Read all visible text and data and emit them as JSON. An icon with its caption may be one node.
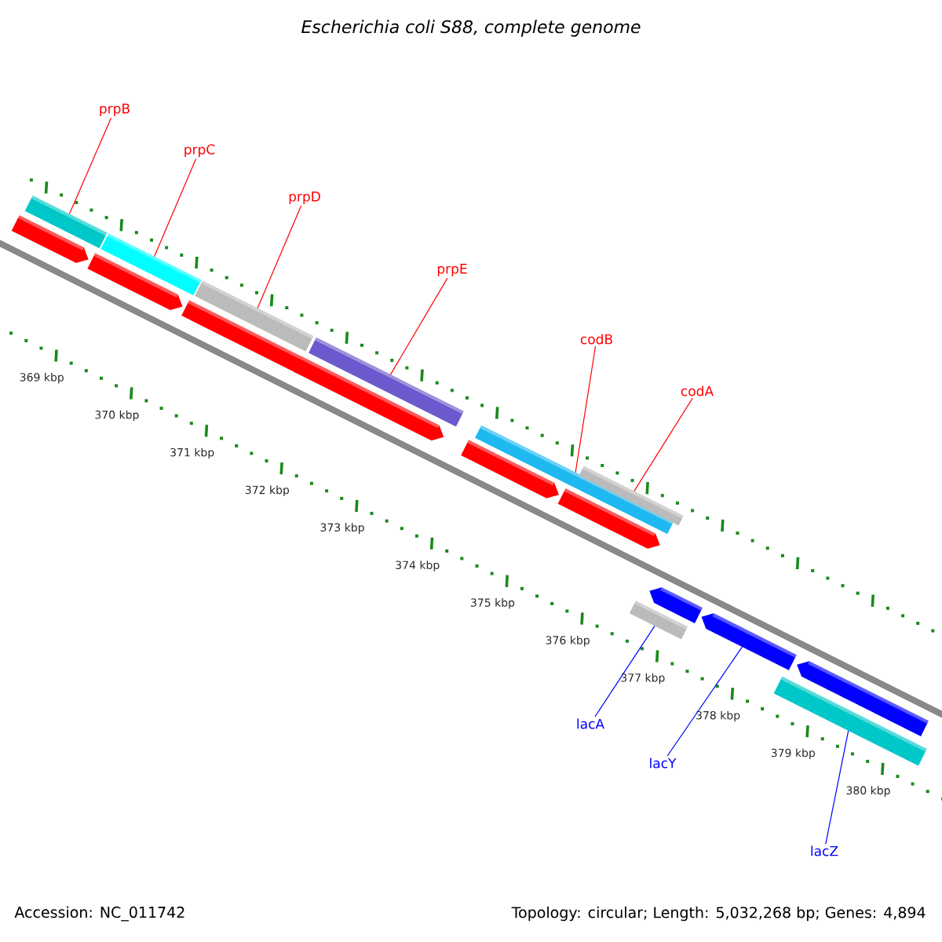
{
  "diagram": {
    "title": "Escherichia coli S88, complete genome",
    "nodes": [
      {
        "text": [
          "prpB"
        ]
      },
      {
        "text": [
          "prpC"
        ]
      },
      {
        "text": [
          "prpD"
        ]
      },
      {
        "text": [
          "prpE"
        ]
      },
      {
        "text": [
          "codB"
        ]
      },
      {
        "text": [
          "codA"
        ]
      },
      {
        "text": [
          "lacA"
        ]
      },
      {
        "text": [
          "lacY"
        ]
      },
      {
        "text": [
          "lacZ"
        ]
      },
      {
        "text": [],
        "shape": "bar"
      },
      {
        "text": [],
        "shape": "bar"
      },
      {
        "text": [],
        "shape": "bar"
      },
      {
        "text": [],
        "shape": "bar"
      },
      {
        "text": [],
        "shape": "bar"
      },
      {
        "text": [],
        "shape": "bar"
      },
      {
        "text": [],
        "shape": "bar"
      },
      {
        "text": [],
        "shape": "pentagon"
      },
      {
        "text": [],
        "shape": "bar"
      },
      {
        "text": [],
        "shape": "pentagon"
      },
      {
        "text": [],
        "shape": "pentagon"
      },
      {
        "text": [],
        "shape": "pentagon"
      },
      {
        "text": [],
        "shape": "pentagon"
      },
      {
        "text": [],
        "shape": "pentagon"
      },
      {
        "text": [],
        "shape": "pentagon"
      },
      {
        "text": [],
        "shape": "pentagon"
      },
      {
        "text": [],
        "shape": "pentagon"
      }
    ],
    "edges": [
      {
        "from": 0,
        "to": 9,
        "arrow": "none"
      },
      {
        "from": 1,
        "to": 10,
        "arrow": "none"
      },
      {
        "from": 2,
        "to": 11,
        "arrow": "none"
      },
      {
        "from": 3,
        "to": 12,
        "arrow": "none"
      },
      {
        "from": 4,
        "to": 13,
        "arrow": "none"
      },
      {
        "from": 5,
        "to": 14,
        "arrow": "none"
      },
      {
        "from": 6,
        "to": 15,
        "arrow": "none",
        "color": "#0000ff"
      },
      {
        "from": 7,
        "to": 16,
        "arrow": "none",
        "color": "#0000ff"
      },
      {
        "from": 8,
        "to": 17,
        "arrow": "none",
        "color": "#0000ff"
      }
    ],
    "labels": [
      "369 kbp",
      "370 kbp",
      "371 kbp",
      "372 kbp",
      "373 kbp",
      "374 kbp",
      "375 kbp",
      "376 kbp",
      "377 kbp",
      "378 kbp",
      "379 kbp",
      "380 kbp",
      "Accession: NC_011742",
      "Topology: circular; Length: 5,032,268 bp; Genes: 4,894"
    ]
  }
}
